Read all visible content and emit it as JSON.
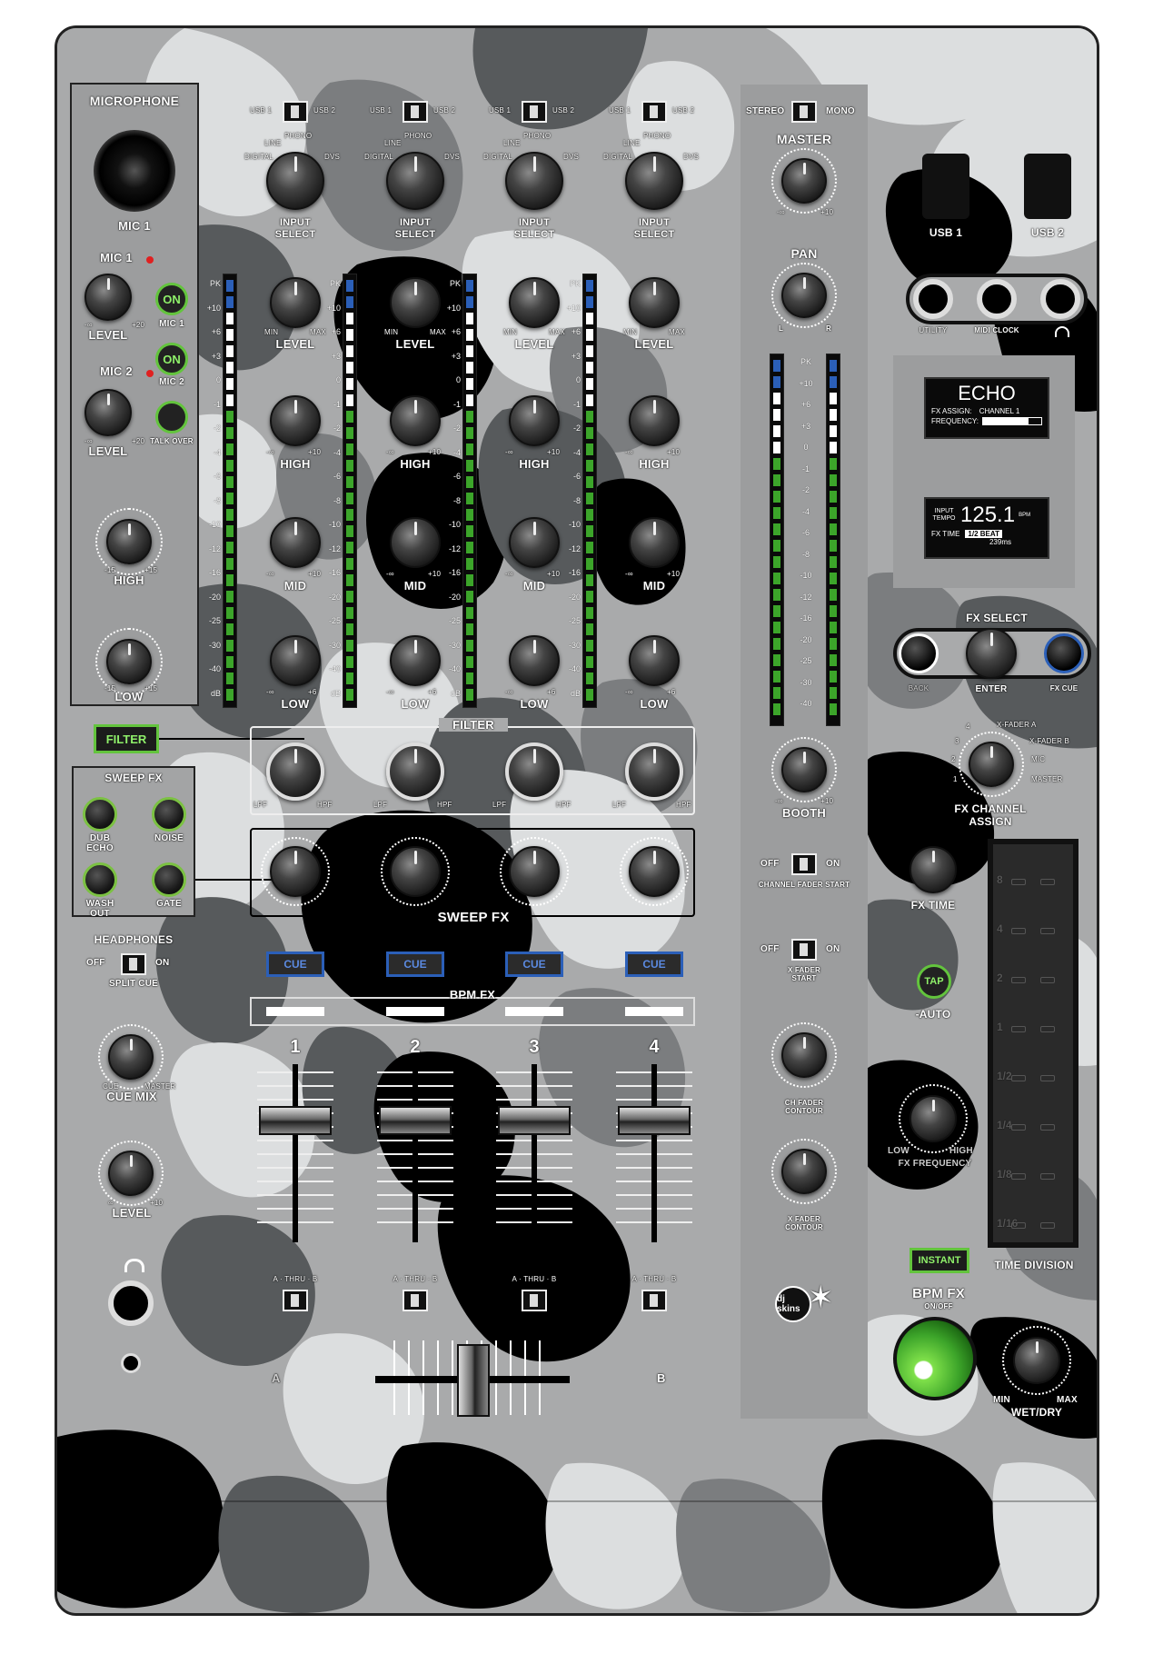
{
  "microphone": {
    "title": "MICROPHONE",
    "mic1_label": "MIC 1",
    "mic1_knob_label": "MIC 1",
    "mic2_knob_label": "MIC 2",
    "level_label": "LEVEL",
    "level2_label": "LEVEL",
    "min_label": "-∞",
    "max_label": "+20",
    "min2_label": "-∞",
    "max2_label": "+20",
    "on_label": "ON",
    "on2_label": "ON",
    "mic1_button_label": "MIC 1",
    "mic2_button_label": "MIC 2",
    "talk_over_label": "TALK OVER",
    "high_label": "HIGH",
    "low_label": "LOW",
    "high_min": "-15",
    "high_max": "+15",
    "low_min": "-15",
    "low_max": "+15"
  },
  "left_lower": {
    "filter_button": "FILTER",
    "sweep_fx_title": "SWEEP FX",
    "dub_echo": "DUB ECHO",
    "noise": "NOISE",
    "wash_out": "WASH OUT",
    "gate": "GATE",
    "headphones": "HEADPHONES",
    "off": "OFF",
    "on": "ON",
    "split_cue": "SPLIT CUE",
    "cue_label": "CUE",
    "master_label": "MASTER",
    "cue_mix": "CUE MIX",
    "level": "LEVEL",
    "level_min": "∞",
    "level_max": "+10"
  },
  "channels": [
    {
      "num": "1",
      "input_select": "INPUT SELECT",
      "usb": "USB 1",
      "usb2": "USB 2",
      "level": "LEVEL",
      "high": "HIGH",
      "mid": "MID",
      "low": "LOW",
      "cue": "CUE",
      "thru": "THRU"
    },
    {
      "num": "2",
      "input_select": "INPUT SELECT",
      "usb": "USB 1",
      "usb2": "USB 2",
      "level": "LEVEL",
      "high": "HIGH",
      "mid": "MID",
      "low": "LOW",
      "cue": "CUE",
      "thru": "THRU"
    },
    {
      "num": "3",
      "input_select": "INPUT SELECT",
      "usb": "USB 1",
      "usb2": "USB 2",
      "level": "LEVEL",
      "high": "HIGH",
      "mid": "MID",
      "low": "LOW",
      "cue": "CUE",
      "thru": "THRU"
    },
    {
      "num": "4",
      "input_select": "INPUT SELECT",
      "usb": "USB 1",
      "usb2": "USB 2",
      "level": "LEVEL",
      "high": "HIGH",
      "mid": "MID",
      "low": "LOW",
      "cue": "CUE",
      "thru": "THRU"
    }
  ],
  "input_positions": {
    "line": "LINE",
    "phono": "PHONO",
    "digital": "DIGITAL",
    "dvs": "DVS"
  },
  "knob_marks": {
    "min": "MIN",
    "max": "MAX",
    "neg_inf": "-∞",
    "plus10": "+10",
    "plus6": "+6"
  },
  "meter_ticks": [
    "PK",
    "+10",
    "+6",
    "+3",
    "0",
    "-1",
    "-2",
    "-4",
    "-6",
    "-8",
    "-10",
    "-12",
    "-16",
    "-20",
    "-25",
    "-30",
    "-40",
    "dB"
  ],
  "center": {
    "filter_title": "FILTER",
    "lpf": "LPF",
    "hpf": "HPF",
    "sweep_fx_title": "SWEEP FX",
    "bpm_fx_title": "BPM FX",
    "thru_ab": "A · THRU · B"
  },
  "crossfader": {
    "a": "A",
    "b": "B"
  },
  "master_strip": {
    "stereo": "STEREO",
    "mono": "MONO",
    "master": "MASTER",
    "min": "-∞",
    "max": "+10",
    "pan": "PAN",
    "l": "L",
    "r": "R",
    "booth": "BOOTH",
    "booth_min": "-∞",
    "booth_max": "+10",
    "off": "OFF",
    "on": "ON",
    "ch_fader_start": "CHANNEL FADER START",
    "x_fader_start": "X FADER START",
    "ch_fader_contour": "CH FADER CONTOUR",
    "x_fader_contour": "X FADER CONTOUR"
  },
  "right": {
    "usb1": "USB 1",
    "usb2": "USB 2",
    "utility": "UTILITY",
    "midi_clock": "MIDI CLOCK",
    "fx_select": "FX SELECT",
    "back": "BACK",
    "enter": "ENTER",
    "fx_cue": "FX CUE",
    "fx_channel_assign": "FX CHANNEL ASSIGN",
    "assign_opts": [
      "X-FADER A",
      "X-FADER B",
      "MIC",
      "MASTER",
      "1",
      "2",
      "3",
      "4"
    ],
    "fx_time": "FX TIME",
    "tap": "TAP",
    "auto": "-AUTO",
    "low": "LOW",
    "high": "HIGH",
    "fx_frequency": "FX FREQUENCY",
    "time_division": "TIME DIVISION",
    "instant": "INSTANT",
    "bpm_fx": "BPM FX",
    "on_off": "ON/OFF",
    "min": "MIN",
    "max": "MAX",
    "wet_dry": "WET/DRY",
    "time_div_marks": [
      "8",
      "4",
      "2",
      "1",
      "1/2",
      "1/4",
      "1/8",
      "1/16"
    ]
  },
  "screen1": {
    "effect": "ECHO",
    "fx_assign_label": "FX ASSIGN:",
    "fx_assign_value": "CHANNEL 1",
    "frequency_label": "FREQUENCY:"
  },
  "screen2": {
    "input_tempo_label": "INPUT TEMPO",
    "tempo": "125.1",
    "bpm": "BPM",
    "fx_time_label": "FX TIME",
    "fx_time_value": "1/2 BEAT",
    "ms": "239ms"
  },
  "logo": "dj skins",
  "colors": {
    "panel": "#a9aaab",
    "camo_light": "#dcdedf",
    "camo_mid": "#7b7d7f",
    "camo_dark": "#575a5c",
    "camo_black": "#000000",
    "green": "#63c43d",
    "blue": "#2b5fb8"
  }
}
